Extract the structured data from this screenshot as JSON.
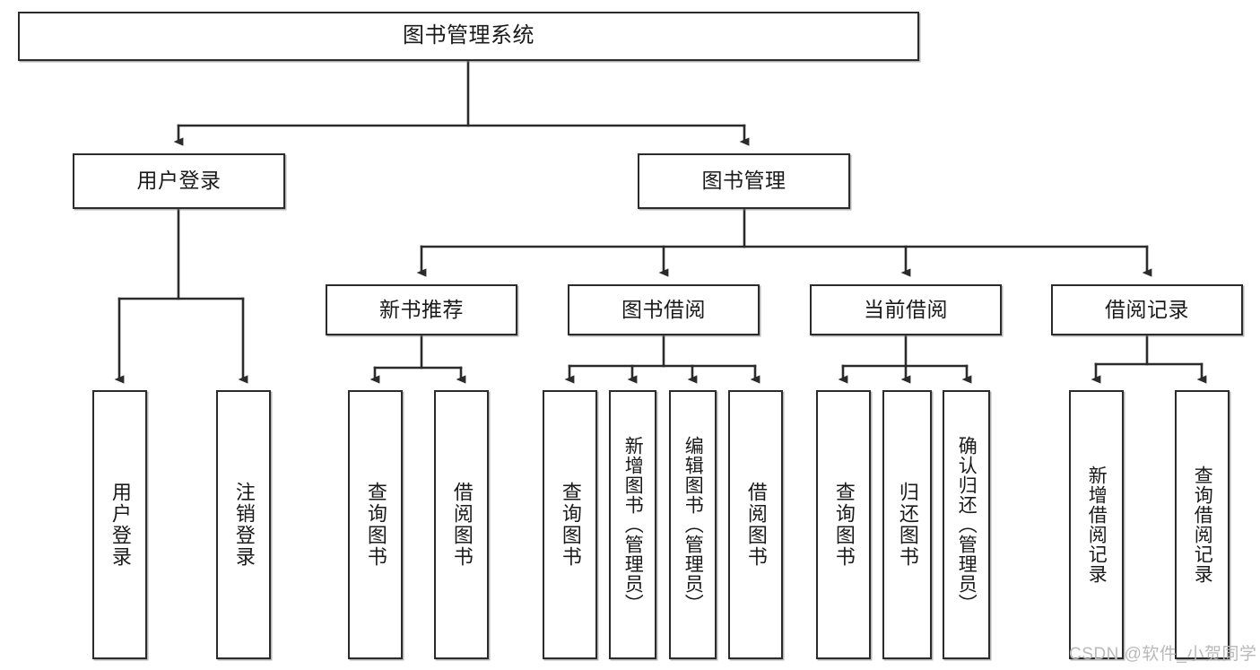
{
  "diagram": {
    "title": "图书管理系统",
    "type": "hierarchy-tree",
    "watermark": "CSDN @软件_小贺同学",
    "colors": {
      "box_border": "#2b2b2b",
      "box_fill": "#ffffff",
      "edge": "#2b2b2b",
      "text": "#1a1a1a",
      "watermark": "#b9b9b9"
    }
  },
  "nodes": {
    "root": {
      "label": "图书管理系统"
    },
    "level2": [
      {
        "label": "用户登录"
      },
      {
        "label": "图书管理"
      }
    ],
    "level3": [
      {
        "label": "新书推荐"
      },
      {
        "label": "图书借阅"
      },
      {
        "label": "当前借阅"
      },
      {
        "label": "借阅记录"
      }
    ],
    "leaves": {
      "user_login": [
        {
          "label": "用户登录"
        },
        {
          "label": "注销登录"
        }
      ],
      "new_book_recommend": [
        {
          "label": "查询图书"
        },
        {
          "label": "借阅图书"
        }
      ],
      "book_borrow": [
        {
          "label": "查询图书"
        },
        {
          "label": "新增图书（管理员）"
        },
        {
          "label": "编辑图书（管理员）"
        },
        {
          "label": "借阅图书"
        }
      ],
      "current_borrow": [
        {
          "label": "查询图书"
        },
        {
          "label": "归还图书"
        },
        {
          "label": "确认归还（管理员）"
        }
      ],
      "borrow_record": [
        {
          "label": "新增借阅记录"
        },
        {
          "label": "查询借阅记录"
        }
      ]
    }
  }
}
